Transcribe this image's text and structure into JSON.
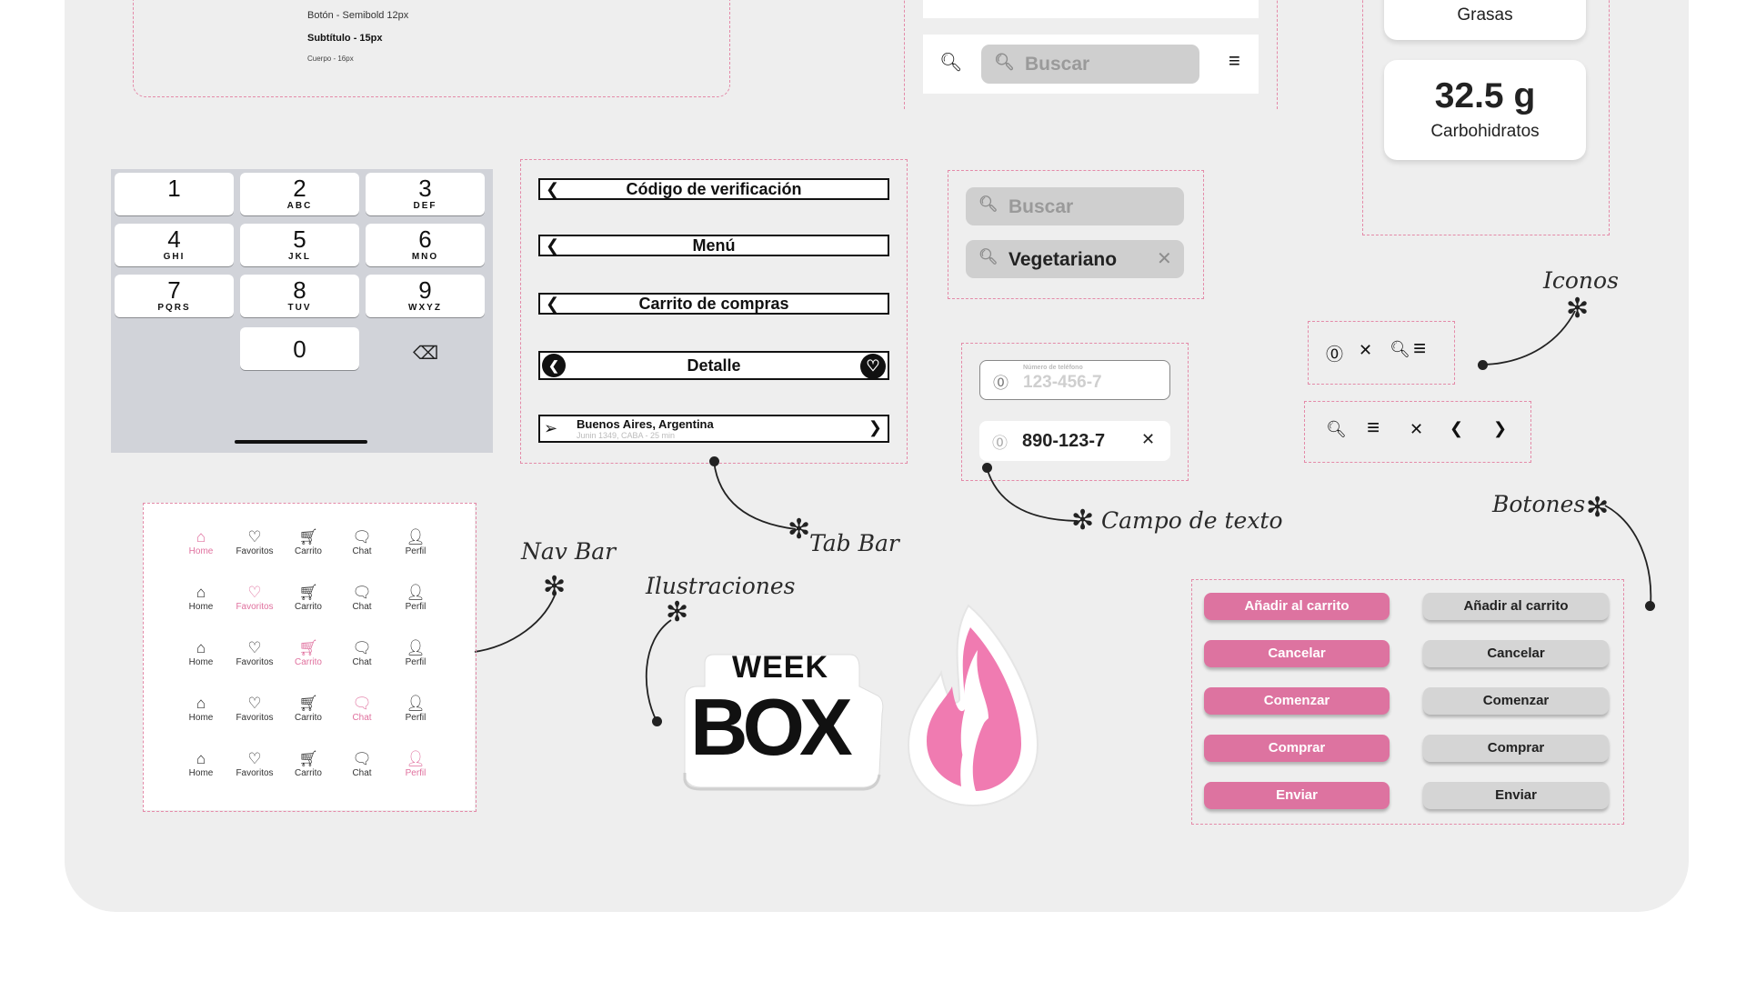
{
  "typography": {
    "button": "Botón  - Semibold  12px",
    "subtitle": "Subtítulo  -  15px",
    "body": "Cuerpo  -  16px"
  },
  "search": {
    "placeholder": "Buscar",
    "filled": "Vegetariano"
  },
  "nutrition": {
    "fat_label": "Grasas",
    "carb_value": "32.5 g",
    "carb_label": "Carbohidratos"
  },
  "keypad": {
    "keys": [
      {
        "num": "1",
        "letters": ""
      },
      {
        "num": "2",
        "letters": "ABC"
      },
      {
        "num": "3",
        "letters": "DEF"
      },
      {
        "num": "4",
        "letters": "GHI"
      },
      {
        "num": "5",
        "letters": "JKL"
      },
      {
        "num": "6",
        "letters": "MNO"
      },
      {
        "num": "7",
        "letters": "PQRS"
      },
      {
        "num": "8",
        "letters": "TUV"
      },
      {
        "num": "9",
        "letters": "WXYZ"
      },
      {
        "num": "0",
        "letters": ""
      }
    ],
    "backspace_icon": "backspace-icon"
  },
  "tab_bars": {
    "verification": "Código de verificación",
    "menu": "Menú",
    "cart": "Carrito de compras",
    "detail": "Detalle",
    "location_title": "Buenos Aires, Argentina",
    "location_sub": "Junin 1349, CABA - 25 min"
  },
  "text_fields": {
    "phone_label": "Número de teléfono",
    "phone_placeholder": "123-456-7",
    "phone_value": "890-123-7"
  },
  "labels": {
    "icons": "Iconos",
    "tab_bar": "Tab Bar",
    "text_field": "Campo de texto",
    "nav_bar": "Nav Bar",
    "illustrations": "Ilustraciones",
    "buttons": "Botones"
  },
  "nav": {
    "items": [
      "Home",
      "Favoritos",
      "Carrito",
      "Chat",
      "Perfil"
    ],
    "active_color": "#e0709e"
  },
  "logo": {
    "line1": "WEEK",
    "line2": "BOX"
  },
  "buttons": [
    "Añadir al carrito",
    "Cancelar",
    "Comenzar",
    "Comprar",
    "Enviar"
  ],
  "colors": {
    "accent": "#dd73a0",
    "neutral": "#d5d5d5",
    "board": "#eeeeee",
    "dash": "#e48aa8"
  }
}
